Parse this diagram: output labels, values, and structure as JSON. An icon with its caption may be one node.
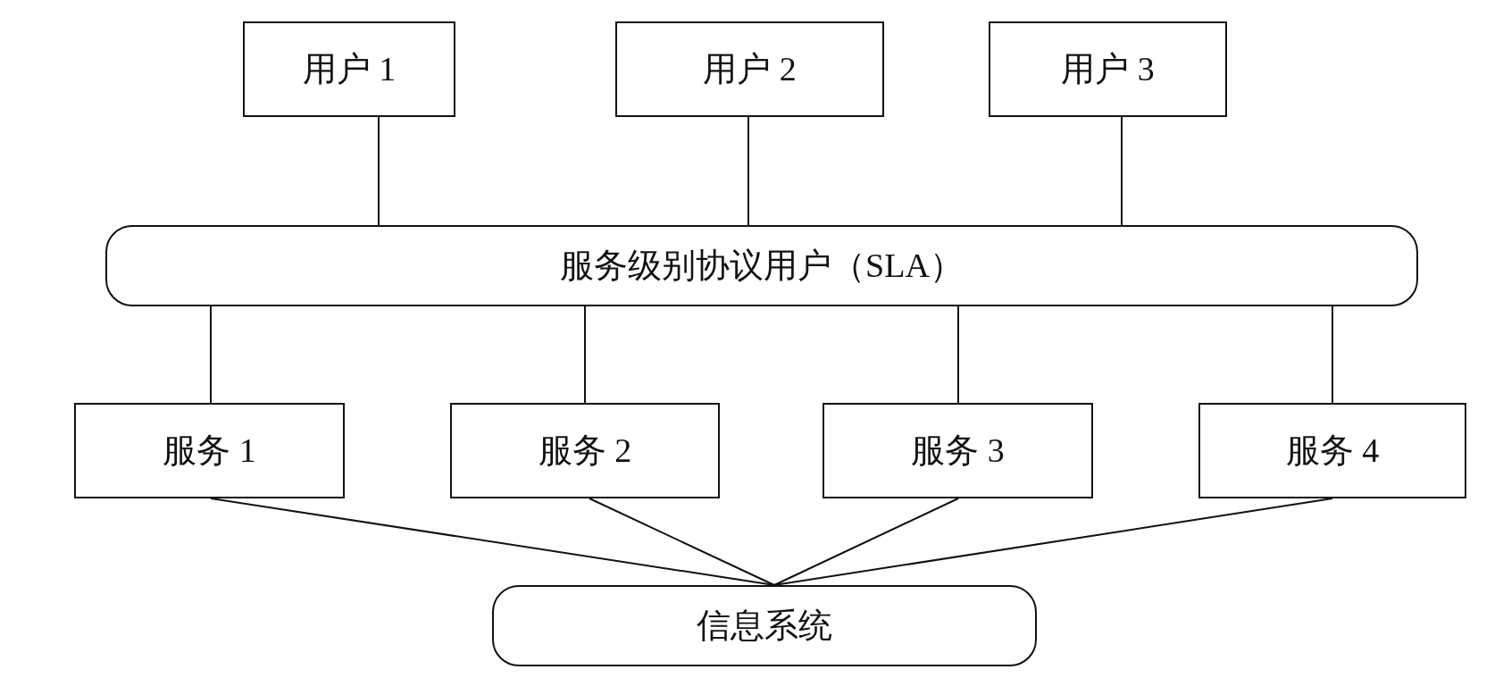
{
  "diagram": {
    "nodes": [
      {
        "text": [
          "用户 1"
        ]
      },
      {
        "text": [
          "用户 2"
        ]
      },
      {
        "text": [
          "用户 3"
        ]
      },
      {
        "text": [
          "服务级别协议用户（SLA）"
        ]
      },
      {
        "text": [
          "服务 1"
        ]
      },
      {
        "text": [
          "服务 2"
        ]
      },
      {
        "text": [
          "服务 3"
        ]
      },
      {
        "text": [
          "服务 4"
        ]
      },
      {
        "text": [
          "信息系统"
        ]
      }
    ],
    "edges": [
      {
        "from": 0,
        "to": 3,
        "arrow": "none"
      },
      {
        "from": 1,
        "to": 3,
        "arrow": "none"
      },
      {
        "from": 2,
        "to": 3,
        "arrow": "none"
      },
      {
        "from": 3,
        "to": 4,
        "arrow": "none"
      },
      {
        "from": 3,
        "to": 5,
        "arrow": "none"
      },
      {
        "from": 3,
        "to": 6,
        "arrow": "none"
      },
      {
        "from": 3,
        "to": 7,
        "arrow": "none"
      },
      {
        "from": 4,
        "to": 8,
        "arrow": "none"
      },
      {
        "from": 5,
        "to": 8,
        "arrow": "none"
      },
      {
        "from": 6,
        "to": 8,
        "arrow": "none"
      },
      {
        "from": 7,
        "to": 8,
        "arrow": "none"
      }
    ]
  }
}
